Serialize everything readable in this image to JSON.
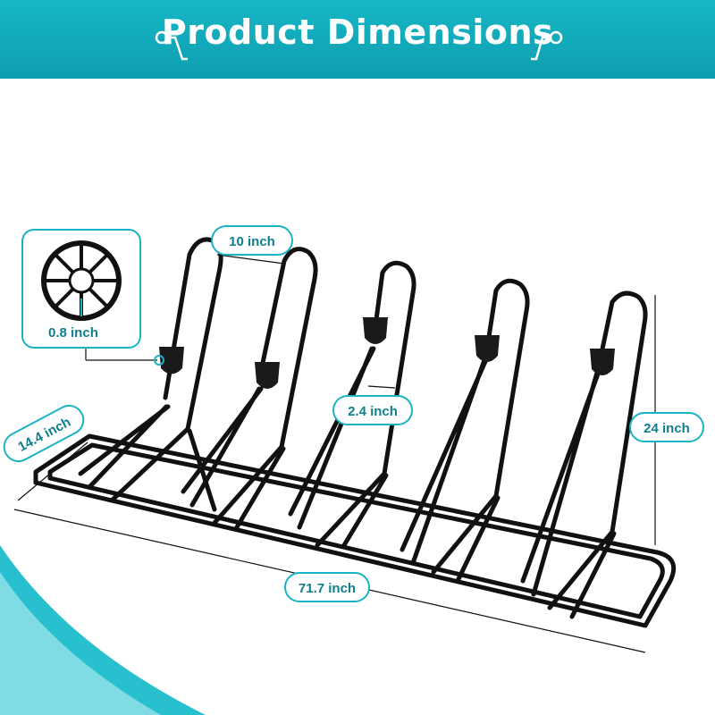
{
  "header": {
    "title": "Product Dimensions"
  },
  "colors": {
    "accent": "#17b7c6",
    "frame": "#111111",
    "label_text": "#0e7f8c"
  },
  "dimensions": {
    "spacing": "10 inch",
    "tube": "0.8 inch",
    "gap": "2.4 inch",
    "height": "24 inch",
    "depth": "14.4 inch",
    "length": "71.7 inch"
  },
  "icons": {
    "header_left": "pin-icon",
    "header_right": "pin-icon",
    "tube": "tube-cross-section-icon"
  }
}
